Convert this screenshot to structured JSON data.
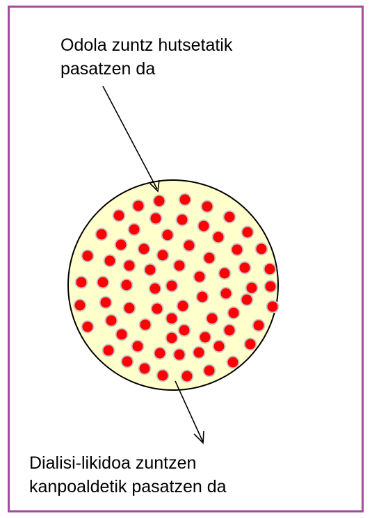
{
  "labels": {
    "blood_line1": "Odola zuntz hutsetatik",
    "blood_line2": "pasatzen da",
    "dialysate_line1": "Dialisi-likidoa zuntzen",
    "dialysate_line2": "kanpoaldetik pasatzen da"
  },
  "colors": {
    "frame": "#a44b9e",
    "bundle_fill": "#ffffcc",
    "fiber_fill": "#ff0000",
    "fiber_ring": "#c8c8c8"
  }
}
